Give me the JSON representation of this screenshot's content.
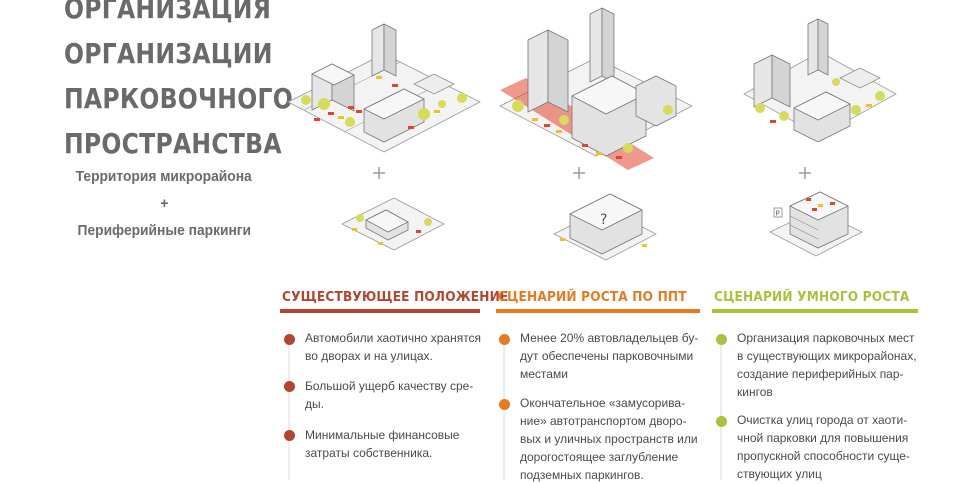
{
  "title": {
    "lines": [
      "ОРГАНИЗАЦИИ",
      "ПАРКОВОЧНОГО",
      "ПРОСТРАНСТВА"
    ],
    "partial_top_line": "ОРГАНИЗАЦИЯ"
  },
  "subtitle": {
    "line1": "Территория микрорайона",
    "plus": "+",
    "line2": "Периферийные паркинги"
  },
  "colors": {
    "red": "#b5432d",
    "orange": "#e8791e",
    "green": "#a8c23a",
    "vline": "#e6e6e6",
    "tree": "#d6dc5a"
  },
  "illustrations": {
    "question_mark": "?",
    "parking_sign": "P"
  },
  "columns": [
    {
      "heading": "СУЩЕСТВУЮЩЕЕ ПОЛОЖЕНИЕ",
      "items": [
        "Автомобили хаотично хранятся\nво дворах и на улицах.",
        "Большой ущерб качеству сре-\nды.",
        "Минимальные финансовые\nзатраты собственника."
      ]
    },
    {
      "heading": "СЦЕНАРИЙ РОСТА ПО ППТ",
      "items": [
        "Менее 20% автовладельцев бу-\nдут обеспечены парковочными\nместами",
        "Окончательное «замусорива-\nние» автотранспортом дворо-\nвых и уличных пространств или\nдорогостоящее заглубление\nподземных паркингов."
      ]
    },
    {
      "heading": "СЦЕНАРИЙ УМНОГО РОСТА",
      "items": [
        "Организация парковочных мест\nв существующих микрорайонах,\nсоздание периферийных пар-\nкингов",
        "Очистка улиц города от хаоти-\nчной парковки для повышения\nпропускной способности суще-\nствующих улиц"
      ]
    }
  ]
}
